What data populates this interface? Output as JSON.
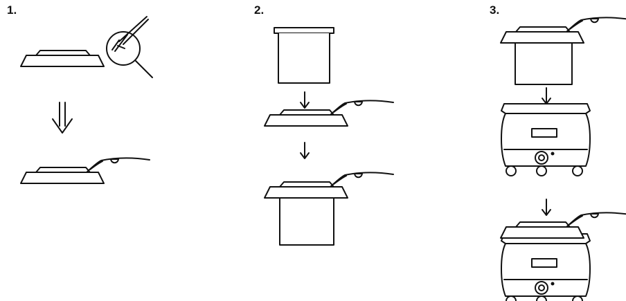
{
  "steps": [
    {
      "label": "1."
    },
    {
      "label": "2."
    },
    {
      "label": "3."
    }
  ],
  "icons": {
    "lid": "lid-icon",
    "handle": "lid-handle-icon",
    "magnifier": "magnifier-detail-icon",
    "container": "container-icon",
    "base": "heater-base-icon",
    "arrow": "down-arrow-icon"
  },
  "colors": {
    "line": "#111111",
    "background": "#ffffff"
  }
}
